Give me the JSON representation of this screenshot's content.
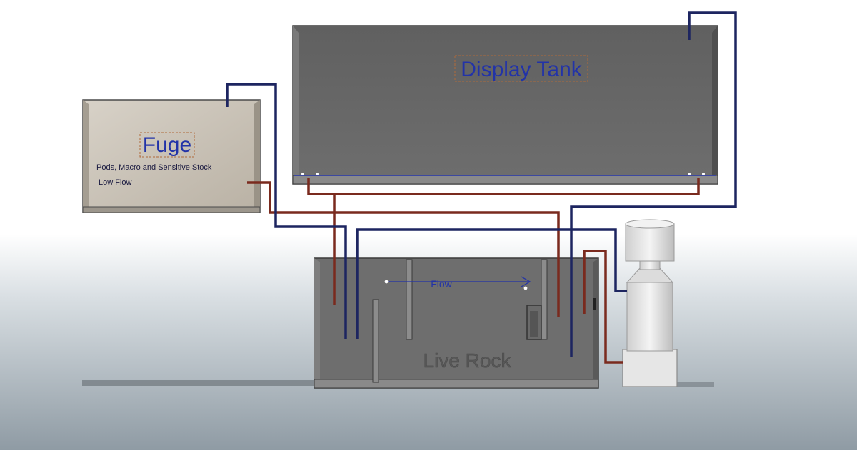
{
  "display_tank": {
    "title": "Display Tank"
  },
  "fuge": {
    "title": "Fuge",
    "description": "Pods, Macro and Sensitive Stock",
    "flow_note": "Low Flow"
  },
  "sump": {
    "flow_label": "Flow",
    "chamber_label": "Live Rock"
  },
  "colors": {
    "return_line": "#1d2560",
    "drain_line": "#7a2a1e",
    "label_blue": "#2233a8",
    "tank_gray": "#6b6b6b",
    "background_top": "#ffffff",
    "background_bottom": "#8e9aa3"
  },
  "icons": [
    "skimmer-icon"
  ]
}
